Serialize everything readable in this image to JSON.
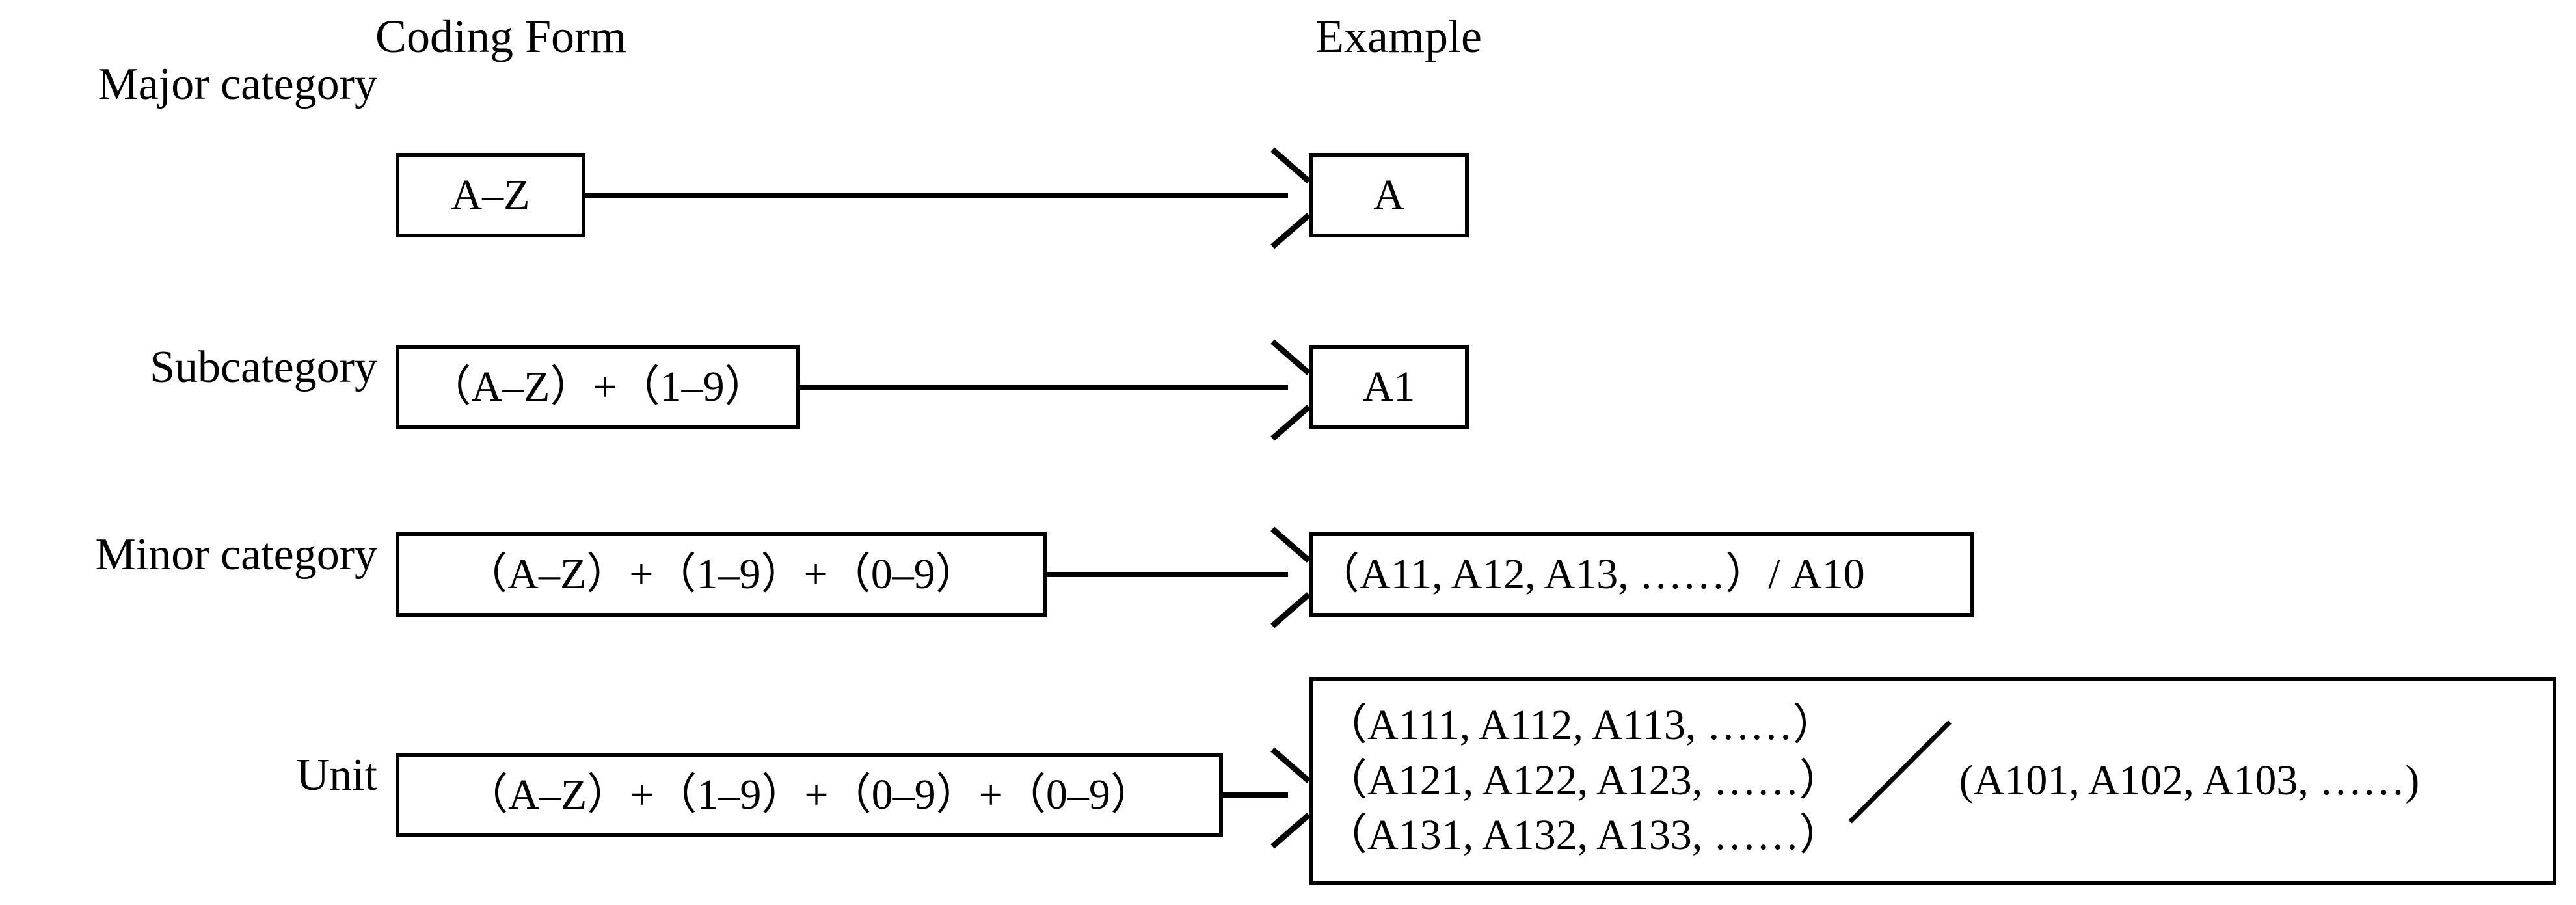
{
  "diagram": {
    "title_columns": {
      "coding_form": "Coding Form",
      "example": "Example"
    },
    "rows": [
      {
        "label": "Major category",
        "coding_form": "A–Z",
        "example": "A"
      },
      {
        "label": "Subcategory",
        "coding_form": "（A–Z）+（1–9）",
        "example": "A1"
      },
      {
        "label": "Minor category",
        "coding_form": "（A–Z）+（1–9）+（0–9）",
        "example": "（A11, A12, A13, ……）/ A10"
      },
      {
        "label": "Unit",
        "coding_form": "（A–Z）+（1–9）+（0–9）+（0–9）",
        "example_lines": [
          "（A111, A112, A113, ……）",
          "（A121, A122, A123, ……）",
          "（A131, A132, A133, ……）"
        ],
        "example_separator": "／",
        "example_right": "(A101, A102, A103, ……)"
      }
    ],
    "colors": {
      "background": "#ffffff",
      "stroke": "#000000",
      "text": "#000000"
    }
  }
}
